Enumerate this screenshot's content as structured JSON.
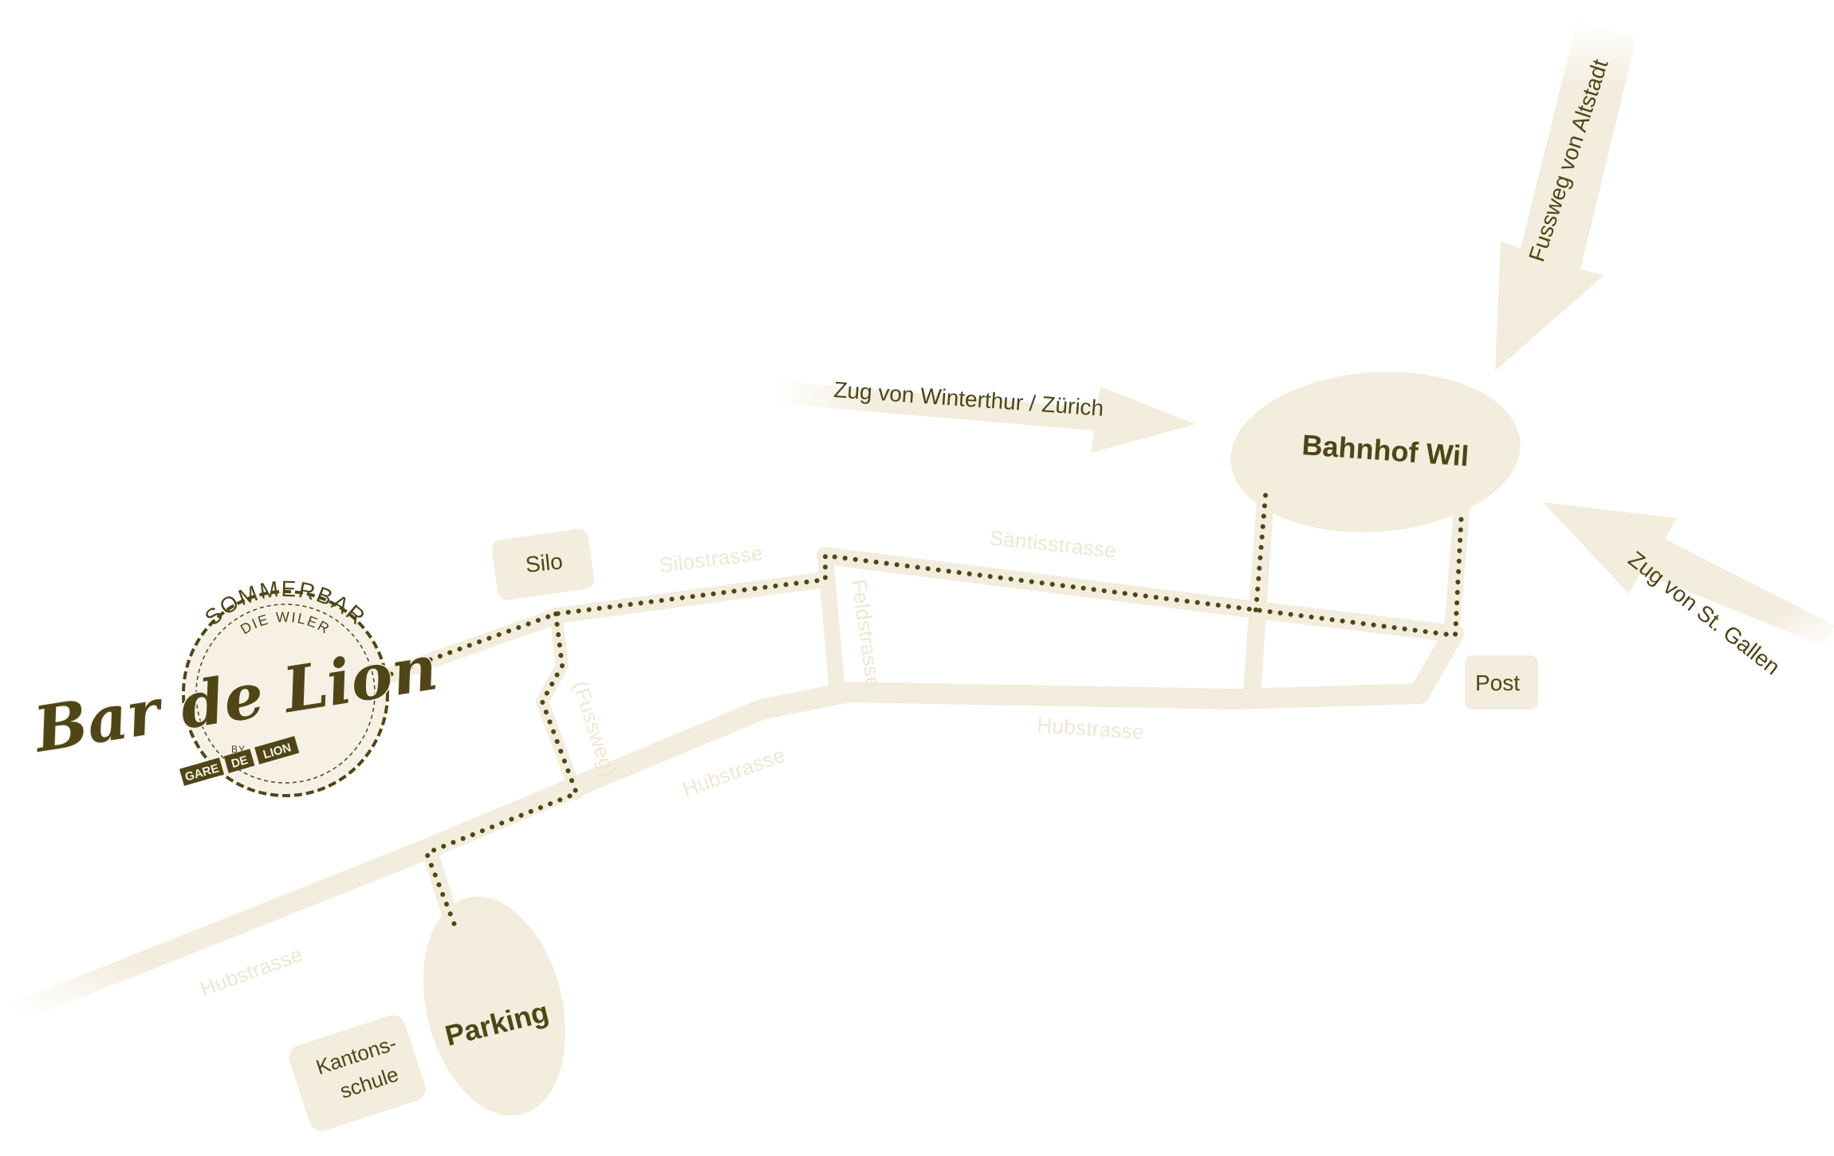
{
  "colors": {
    "road": "#f3eddd",
    "road_light": "#f6f1e4",
    "street_text": "#efe7d3",
    "dark": "#4f4517",
    "background": "#ffffff"
  },
  "streets": {
    "silostrasse": "Silostrasse",
    "saentisstrasse": "Säntisstrasse",
    "feldstrasse": "Feldstrasse",
    "fussweg": "(Fussweg)",
    "hubstrasse_right": "Hubstrasse",
    "hubstrasse_mid": "Hubstrasse",
    "hubstrasse_left": "Hubstrasse"
  },
  "places": {
    "silo": "Silo",
    "post": "Post",
    "bahnhof": "Bahnhof Wil",
    "parking": "Parking",
    "kantonsschule_1": "Kantons-",
    "kantonsschule_2": "schule"
  },
  "arrows": {
    "winterthur": "Zug von Winterthur / Zürich",
    "altstadt": "Fussweg von Altstadt",
    "st_gallen": "Zug von St. Gallen"
  },
  "logo": {
    "top": "DIE WILER",
    "middle": "SOMMERBAR",
    "script": "Bar de Lion",
    "by": "BY",
    "gare": "GARE",
    "de": "DE",
    "lion": "LION"
  }
}
